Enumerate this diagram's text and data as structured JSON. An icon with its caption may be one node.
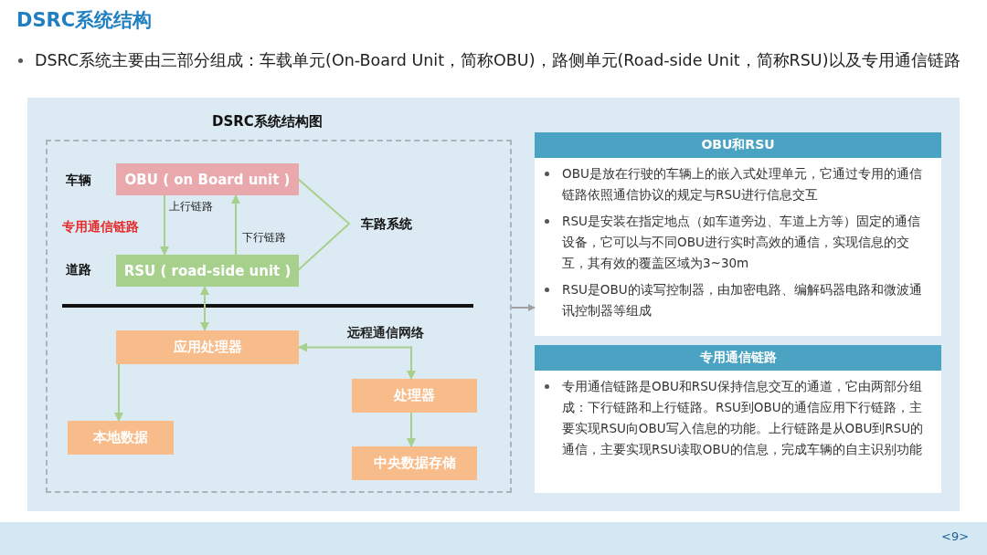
{
  "diagram": {
    "title": "DSRC系统结构",
    "nodes": [
      {
        "text": [
          "DSRC系统结构图"
        ]
      },
      {
        "text": [
          "OBU ( on Board unit )"
        ],
        "in": 0
      },
      {
        "text": [
          "RSU ( road-side unit )"
        ],
        "in": 0
      },
      {
        "text": [
          "应用处理器"
        ],
        "in": 0
      },
      {
        "text": [
          "处理器"
        ],
        "in": 0
      },
      {
        "text": [
          "本地数据"
        ],
        "in": 0
      },
      {
        "text": [
          "中央数据存储"
        ],
        "in": 0
      },
      {
        "text": [
          "OBU和RSU",
          "OBU是放在行驶的车辆上的嵌入式处理单元，它通过专用的通信链路依照通信协议的规定与RSU进行信息交互",
          "RSU是安装在指定地点（如车道旁边、车道上方等）固定的通信设备，它可以与不同OBU进行实时高效的通信，实现信息的交互，其有效的覆盖区域为3~30m",
          "RSU是OBU的读写控制器，由加密电路、编解码器电路和微波通讯控制器等组成"
        ]
      },
      {
        "text": [
          "专用通信链路",
          "专用通信链路是OBU和RSU保持信息交互的通道，它由两部分组成：下行链路和上行链路。RSU到OBU的通信应用下行链路，主要实现RSU向OBU写入信息的功能。上行链路是从OBU到RSU的通信，主要实现RSU读取OBU的信息，完成车辆的自主识别功能"
        ]
      }
    ],
    "edges": [
      {
        "from": 1,
        "to": 2,
        "arrow": "to",
        "label": "上行链路"
      },
      {
        "from": 2,
        "to": 1,
        "arrow": "to",
        "label": "下行链路"
      },
      {
        "from": 2,
        "to": 3,
        "arrow": "both"
      },
      {
        "from": 3,
        "to": 4,
        "arrow": "both",
        "label": "远程通信网络"
      },
      {
        "from": 3,
        "to": 5,
        "arrow": "to"
      },
      {
        "from": 4,
        "to": 6,
        "arrow": "to"
      },
      {
        "from": 0,
        "to": 7,
        "arrow": "to",
        "color": "#a0a0a0"
      }
    ],
    "labels": [
      "DSRC系统主要由三部分组成：车载单元(On-Board Unit，简称OBU)，路侧单元(Road-side Unit，简称RSU)以及专用通信链路",
      "车辆",
      "专用通信链路",
      "道路",
      "车路系统",
      "<9>"
    ]
  }
}
